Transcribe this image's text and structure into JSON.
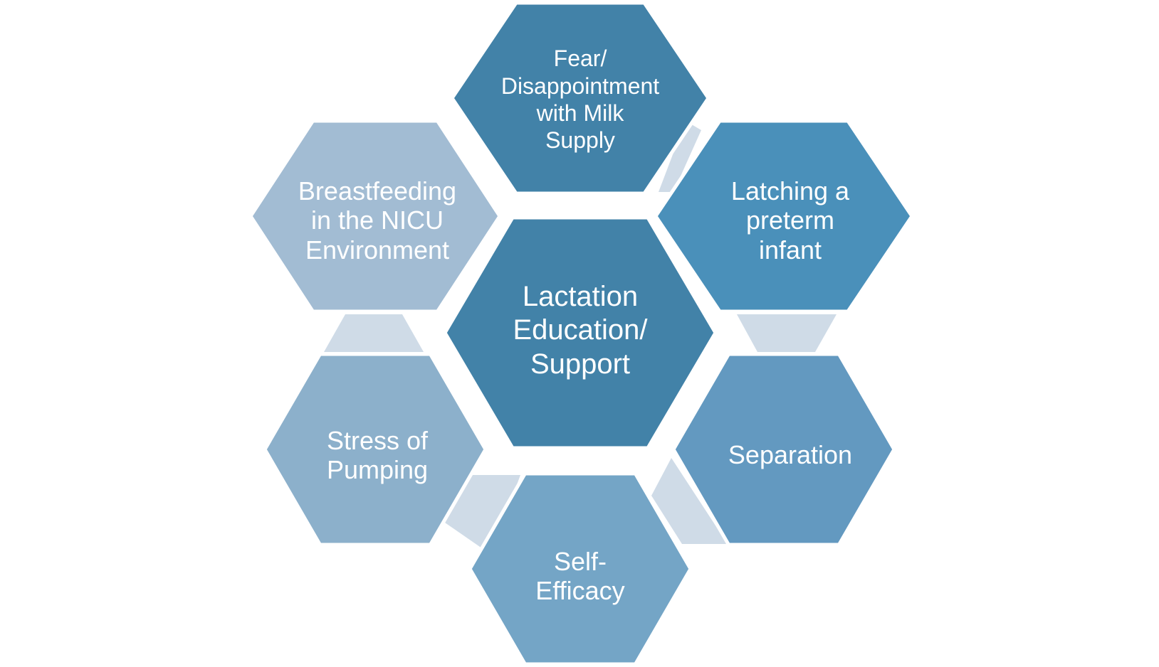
{
  "diagram": {
    "center": {
      "label": "Lactation\nEducation/\nSupport",
      "color": "#4282a8"
    },
    "nodes": [
      {
        "id": "top",
        "label": "Fear/\nDisappointment\nwith Milk\nSupply",
        "color": "#4282a8"
      },
      {
        "id": "upper-right",
        "label": "Latching a\npreterm\ninfant",
        "color": "#4a90ba"
      },
      {
        "id": "lower-right",
        "label": "Separation",
        "color": "#6399c0"
      },
      {
        "id": "bottom",
        "label": "Self-\nEfficacy",
        "color": "#74a5c6"
      },
      {
        "id": "lower-left",
        "label": "Stress of\nPumping",
        "color": "#8cb0cb"
      },
      {
        "id": "upper-left",
        "label": "Breastfeeding\nin the NICU\nEnvironment",
        "color": "#a2bcd3"
      }
    ],
    "connector_color": "#cfdbe7"
  }
}
